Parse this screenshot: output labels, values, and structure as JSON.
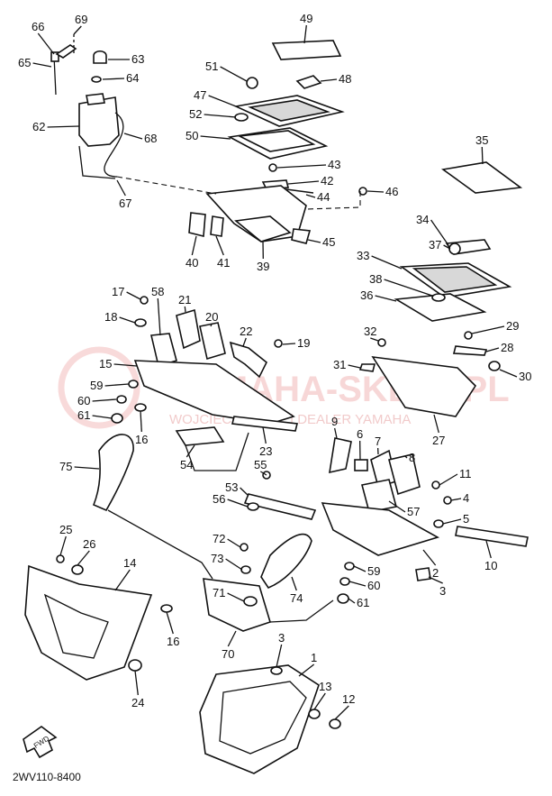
{
  "diagram_code": "2WV110-8400",
  "fwd_label": "FWD",
  "watermark": {
    "text": "YAMAHA-SKLEP.PL",
    "subtext": "WOJCIECHOWICZ | DEALER YAMAHA"
  },
  "parts": [
    {
      "id": "p1",
      "label": "1"
    },
    {
      "id": "p2",
      "label": "2"
    },
    {
      "id": "p3a",
      "label": "3"
    },
    {
      "id": "p3b",
      "label": "3"
    },
    {
      "id": "p4",
      "label": "4"
    },
    {
      "id": "p5",
      "label": "5"
    },
    {
      "id": "p6",
      "label": "6"
    },
    {
      "id": "p7",
      "label": "7"
    },
    {
      "id": "p8",
      "label": "8"
    },
    {
      "id": "p9",
      "label": "9"
    },
    {
      "id": "p10",
      "label": "10"
    },
    {
      "id": "p11",
      "label": "11"
    },
    {
      "id": "p12",
      "label": "12"
    },
    {
      "id": "p13",
      "label": "13"
    },
    {
      "id": "p14",
      "label": "14"
    },
    {
      "id": "p15",
      "label": "15"
    },
    {
      "id": "p16a",
      "label": "16"
    },
    {
      "id": "p16b",
      "label": "16"
    },
    {
      "id": "p17",
      "label": "17"
    },
    {
      "id": "p18",
      "label": "18"
    },
    {
      "id": "p19",
      "label": "19"
    },
    {
      "id": "p20",
      "label": "20"
    },
    {
      "id": "p21",
      "label": "21"
    },
    {
      "id": "p22",
      "label": "22"
    },
    {
      "id": "p23",
      "label": "23"
    },
    {
      "id": "p24",
      "label": "24"
    },
    {
      "id": "p25",
      "label": "25"
    },
    {
      "id": "p26",
      "label": "26"
    },
    {
      "id": "p27",
      "label": "27"
    },
    {
      "id": "p28",
      "label": "28"
    },
    {
      "id": "p29",
      "label": "29"
    },
    {
      "id": "p30",
      "label": "30"
    },
    {
      "id": "p31",
      "label": "31"
    },
    {
      "id": "p32",
      "label": "32"
    },
    {
      "id": "p33",
      "label": "33"
    },
    {
      "id": "p34",
      "label": "34"
    },
    {
      "id": "p35",
      "label": "35"
    },
    {
      "id": "p36",
      "label": "36"
    },
    {
      "id": "p37",
      "label": "37"
    },
    {
      "id": "p38",
      "label": "38"
    },
    {
      "id": "p39",
      "label": "39"
    },
    {
      "id": "p40",
      "label": "40"
    },
    {
      "id": "p41",
      "label": "41"
    },
    {
      "id": "p42",
      "label": "42"
    },
    {
      "id": "p43",
      "label": "43"
    },
    {
      "id": "p44",
      "label": "44"
    },
    {
      "id": "p45",
      "label": "45"
    },
    {
      "id": "p46",
      "label": "46"
    },
    {
      "id": "p47",
      "label": "47"
    },
    {
      "id": "p48",
      "label": "48"
    },
    {
      "id": "p49",
      "label": "49"
    },
    {
      "id": "p50",
      "label": "50"
    },
    {
      "id": "p51",
      "label": "51"
    },
    {
      "id": "p52",
      "label": "52"
    },
    {
      "id": "p53",
      "label": "53"
    },
    {
      "id": "p54",
      "label": "54"
    },
    {
      "id": "p55",
      "label": "55"
    },
    {
      "id": "p56",
      "label": "56"
    },
    {
      "id": "p57",
      "label": "57"
    },
    {
      "id": "p58",
      "label": "58"
    },
    {
      "id": "p59a",
      "label": "59"
    },
    {
      "id": "p59b",
      "label": "59"
    },
    {
      "id": "p60a",
      "label": "60"
    },
    {
      "id": "p60b",
      "label": "60"
    },
    {
      "id": "p61a",
      "label": "61"
    },
    {
      "id": "p61b",
      "label": "61"
    },
    {
      "id": "p62",
      "label": "62"
    },
    {
      "id": "p63",
      "label": "63"
    },
    {
      "id": "p64",
      "label": "64"
    },
    {
      "id": "p65",
      "label": "65"
    },
    {
      "id": "p66",
      "label": "66"
    },
    {
      "id": "p67",
      "label": "67"
    },
    {
      "id": "p68",
      "label": "68"
    },
    {
      "id": "p69",
      "label": "69"
    },
    {
      "id": "p70",
      "label": "70"
    },
    {
      "id": "p71",
      "label": "71"
    },
    {
      "id": "p72",
      "label": "72"
    },
    {
      "id": "p73",
      "label": "73"
    },
    {
      "id": "p74",
      "label": "74"
    },
    {
      "id": "p75",
      "label": "75"
    }
  ]
}
